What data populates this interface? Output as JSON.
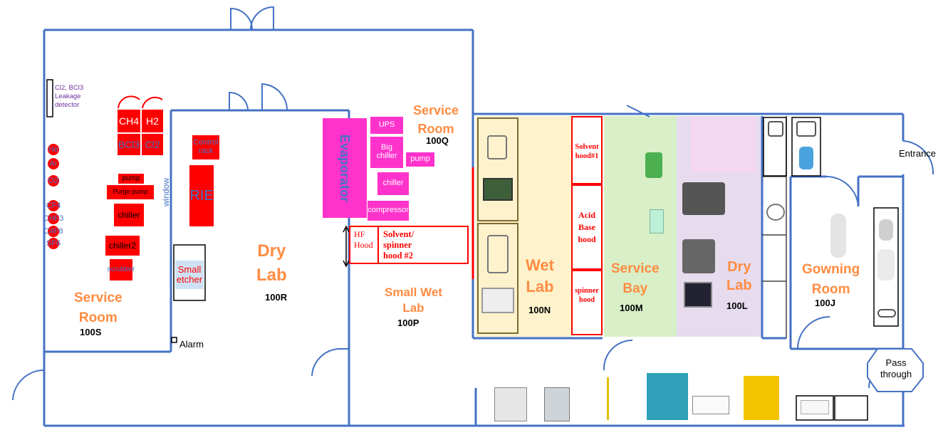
{
  "rooms": {
    "r100S": {
      "name1": "Service",
      "name2": "Room",
      "num": "100S"
    },
    "r100R": {
      "name1": "Dry",
      "name2": "Lab",
      "num": "100R"
    },
    "r100Q": {
      "name1": "Service",
      "name2": "Room",
      "num": "100Q"
    },
    "r100P": {
      "name1": "Small Wet",
      "name2": "Lab",
      "num": "100P"
    },
    "r100N": {
      "name1": "Wet",
      "name2": "Lab",
      "num": "100N"
    },
    "r100M": {
      "name1": "Service",
      "name2": "Bay",
      "num": "100M"
    },
    "r100L": {
      "name1": "Dry",
      "name2": "Lab",
      "num": "100L"
    },
    "r100J": {
      "name1": "Gowning",
      "name2": "Room",
      "num": "100J"
    }
  },
  "equipment": {
    "detector": "Cl2, BCl3 Leakage detector",
    "ch4": "CH4",
    "h2": "H2",
    "bcl3": "BCl3",
    "cl2": "Cl2",
    "pump": "pump",
    "purge_pump": "Purge pump",
    "chiller": "chiller",
    "chiller2": "chiller2",
    "scrubber": "scrubber",
    "control_rack": "Control rack",
    "rie": "RIE",
    "window": "window",
    "small_etcher": "Small etcher",
    "alarm": "Alarm",
    "evaporator": "Evaporator",
    "ups": "UPS",
    "big_chiller": "Big chiller",
    "pump_q": "pump",
    "chiller_q": "chiller",
    "compressor": "compressor",
    "hf_hood": "HF Hood",
    "solvent_spinner_2": "Solvent/ spinner hood #2",
    "solvent_hood_1": "Solvent hood#1",
    "acid_base_hood": "Acid Base hood",
    "spinner_hood": "spinner hood",
    "entrance": "Entrance",
    "pass_through": "Pass through"
  },
  "gases": [
    "He",
    "Ar",
    "O2",
    "CF4",
    "CHF3",
    "C4F8",
    "SF6"
  ],
  "colors": {
    "wall": "#4472c4",
    "equipment_red": "#ff0000",
    "equipment_magenta": "#ff33cc",
    "label_orange": "#ff8c42",
    "wet_lab_fill": "#fdf2cc",
    "service_bay_fill": "#d8efc7",
    "dry_lab_fill": "#e6dcee"
  }
}
